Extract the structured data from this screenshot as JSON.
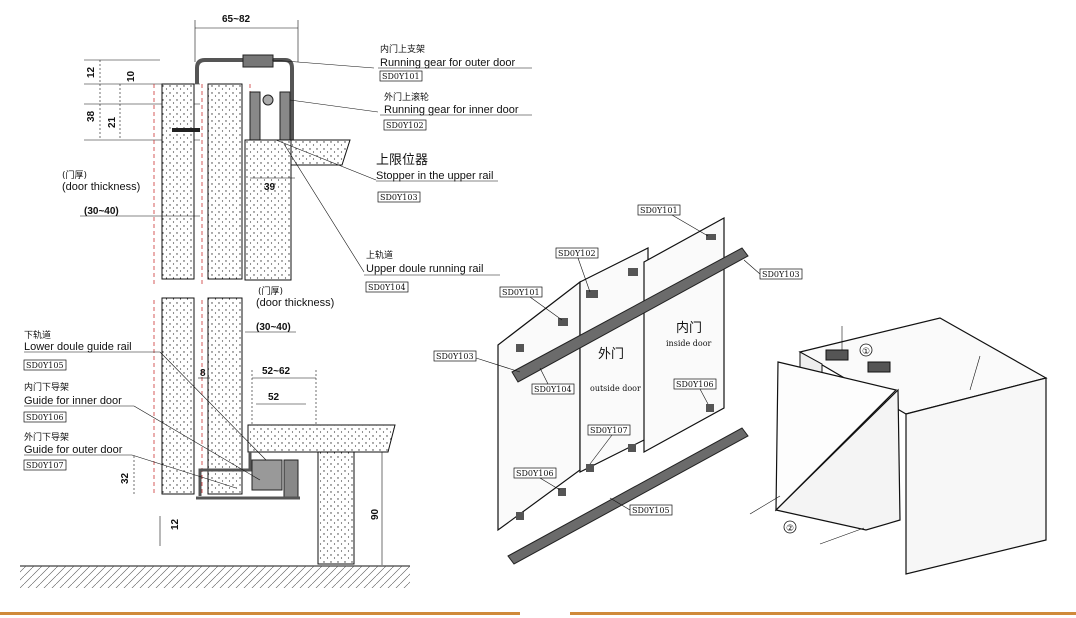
{
  "dimensions": {
    "top_width": "65~82",
    "d12_top": "12",
    "d10": "10",
    "d38": "38",
    "d21": "21",
    "d39": "39",
    "thickness_range_1": "(30~40)",
    "thickness_range_2": "(30~40)",
    "d8": "8",
    "d52_62": "52~62",
    "d52": "52",
    "d32": "32",
    "d12_bottom": "12",
    "d90": "90"
  },
  "callouts": {
    "running_gear_outer": {
      "cn": "内门上支架",
      "en": "Running gear for outer door",
      "code": "SD0Y101"
    },
    "running_gear_inner": {
      "cn": "外门上滚轮",
      "en": "Running gear for inner door",
      "code": "SD0Y102"
    },
    "stopper": {
      "cn": "上限位器",
      "en": "Stopper in the upper rail",
      "code": "SD0Y103"
    },
    "upper_rail": {
      "cn": "上轨道",
      "en": "Upper doule running rail",
      "code": "SD0Y104"
    },
    "door_thickness_1": {
      "cn": "(门厚)",
      "en": "(door thickness)"
    },
    "door_thickness_2": {
      "cn": "(门厚)",
      "en": "(door thickness)"
    },
    "lower_rail": {
      "cn": "下轨道",
      "en": "Lower doule guide rail",
      "code": "SD0Y105"
    },
    "guide_inner": {
      "cn": "内门下导架",
      "en": "Guide for inner door",
      "code": "SD0Y106"
    },
    "guide_outer": {
      "cn": "外门下导架",
      "en": "Guide for outer door",
      "code": "SD0Y107"
    }
  },
  "iso_labels": {
    "code_101_top": "SD0Y101",
    "code_102": "SD0Y102",
    "code_101_left": "SD0Y101",
    "code_103_right": "SD0Y103",
    "code_103_left": "SD0Y103",
    "code_104": "SD0Y104",
    "code_106_right": "SD0Y106",
    "code_107": "SD0Y107",
    "code_106_left": "SD0Y106",
    "code_105": "SD0Y105",
    "inside_door_cn": "内门",
    "inside_door_en": "inside door",
    "outside_door_cn": "外门",
    "outside_door_en": "outside door"
  },
  "cabinet_markers": {
    "step1": "①",
    "step2": "②"
  },
  "colors": {
    "line": "#111111",
    "centerline": "#cc3333",
    "rail": "#6b6b6b",
    "footer_accent": "#d08a3a"
  }
}
